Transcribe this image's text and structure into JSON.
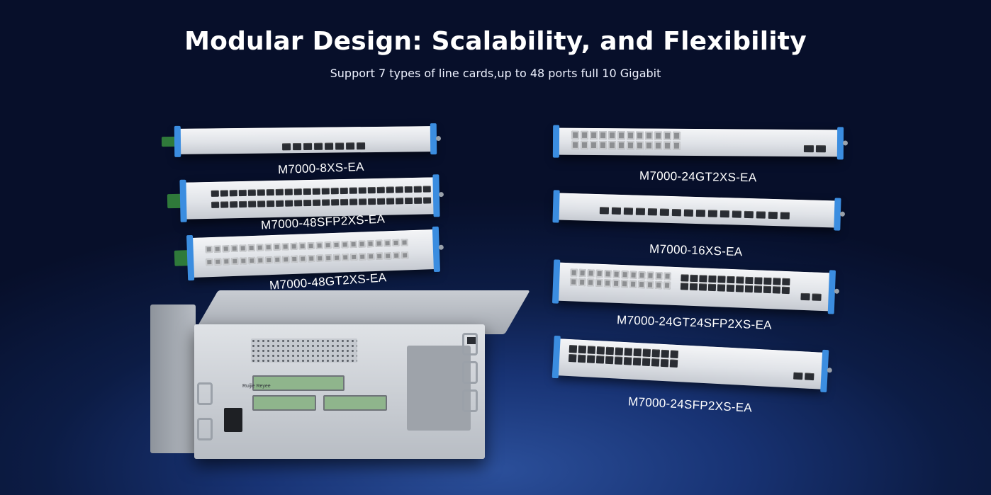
{
  "hero": {
    "title": "Modular Design: Scalability, and Flexibility",
    "subtitle": "Support 7 types of line cards,up to 48 ports full 10 Gigabit"
  },
  "chassis": {
    "brand_text": "Ruijie Reyee"
  },
  "line_cards": {
    "left": [
      {
        "label": "M7000-8XS-EA"
      },
      {
        "label": "M7000-48SFP2XS-EA"
      },
      {
        "label": "M7000-48GT2XS-EA"
      }
    ],
    "right": [
      {
        "label": "M7000-24GT2XS-EA"
      },
      {
        "label": "M7000-16XS-EA"
      },
      {
        "label": "M7000-24GT24SFP2XS-EA"
      },
      {
        "label": "M7000-24SFP2XS-EA"
      }
    ]
  },
  "colors": {
    "background": "#0c1c45",
    "card_accent": "#3b8de0",
    "pcb": "#2f7a3a",
    "text": "#ffffff"
  }
}
